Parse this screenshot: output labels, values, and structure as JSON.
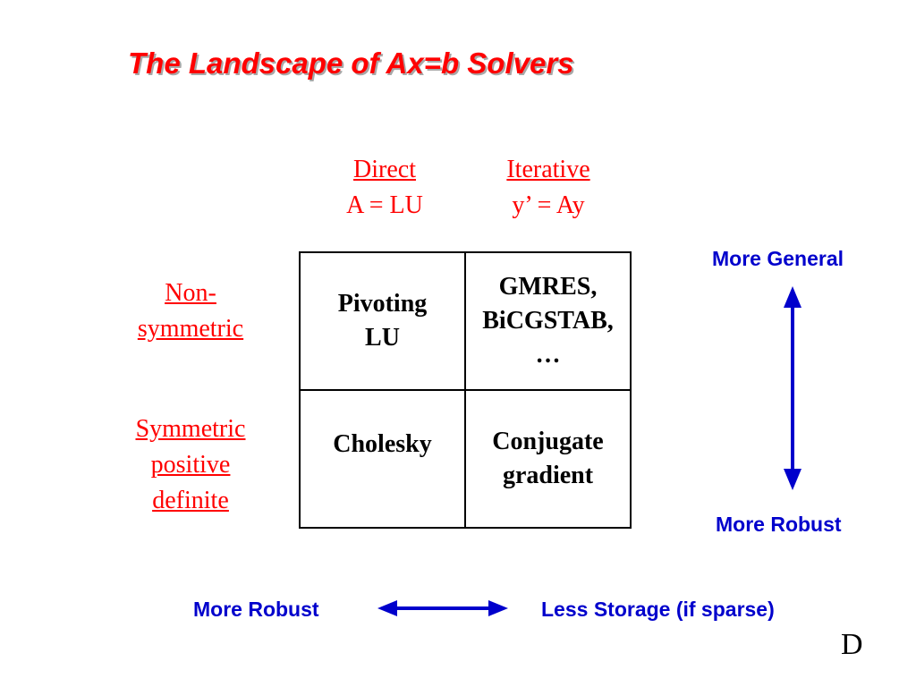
{
  "title": "The Landscape of Ax=b Solvers",
  "columns": [
    {
      "label": "Direct",
      "formula": "A = LU"
    },
    {
      "label": "Iterative",
      "formula": "y’ = Ay"
    }
  ],
  "rows": [
    {
      "lines": [
        "Non-",
        "symmetric"
      ]
    },
    {
      "lines": [
        "Symmetric",
        "positive",
        "definite"
      ]
    }
  ],
  "cells": {
    "r0c0": [
      "Pivoting",
      "LU"
    ],
    "r0c1": [
      "GMRES,",
      "BiCGSTAB,",
      "…"
    ],
    "r1c0": [
      "Cholesky"
    ],
    "r1c1": [
      "Conjugate",
      "gradient"
    ]
  },
  "vertical_axis": {
    "top_label": "More General",
    "bottom_label": "More Robust"
  },
  "horizontal_axis": {
    "left_label": "More Robust",
    "right_label": "Less Storage (if sparse)"
  },
  "corner_mark": "D",
  "colors": {
    "title": "#ff0000",
    "headers": "#ff0000",
    "axis": "#0000cc",
    "arrow": "#0000cc"
  }
}
